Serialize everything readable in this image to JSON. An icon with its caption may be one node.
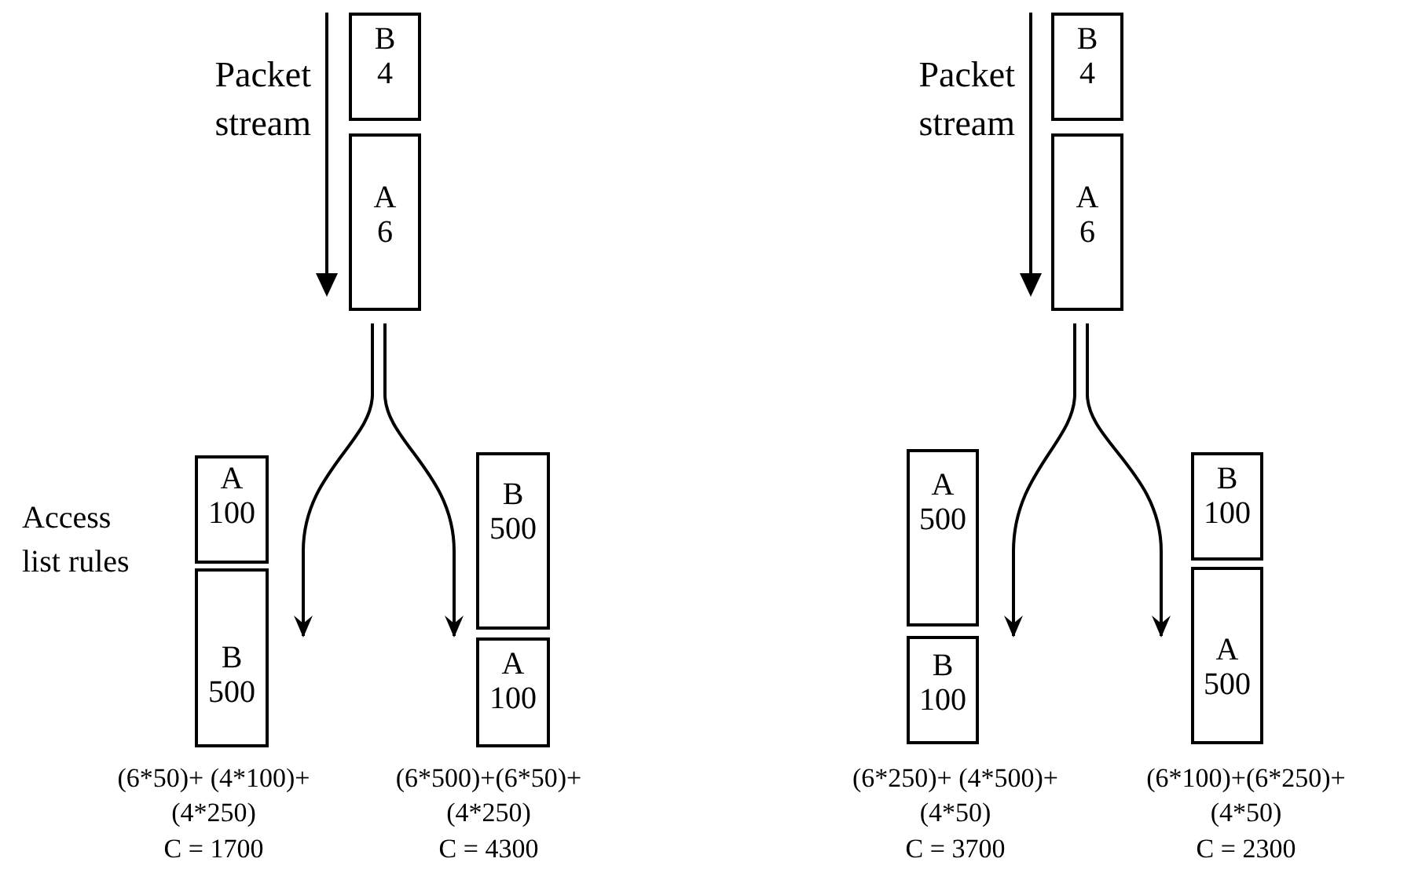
{
  "diagram": {
    "nodes": [
      {
        "text": [
          "B",
          "4"
        ]
      },
      {
        "text": [
          "A",
          "6"
        ]
      },
      {
        "text": [
          "A",
          "100"
        ]
      },
      {
        "text": [
          "B",
          "500"
        ]
      },
      {
        "text": [
          "B",
          "500"
        ]
      },
      {
        "text": [
          "A",
          "100"
        ]
      },
      {
        "text": [
          "B",
          "4"
        ]
      },
      {
        "text": [
          "A",
          "6"
        ]
      },
      {
        "text": [
          "A",
          "500"
        ]
      },
      {
        "text": [
          "B",
          "100"
        ]
      },
      {
        "text": [
          "B",
          "100"
        ]
      },
      {
        "text": [
          "A",
          "500"
        ]
      }
    ],
    "edges": [
      {
        "from": 1,
        "to": 3,
        "arrow": "to"
      },
      {
        "from": 1,
        "to": 5,
        "arrow": "to"
      },
      {
        "from": 7,
        "to": 9,
        "arrow": "to"
      },
      {
        "from": 7,
        "to": 11,
        "arrow": "to"
      }
    ],
    "labels": [
      "Packet stream",
      "Packet stream",
      "Access list rules",
      "(6*50)+ (4*100)+(4*250)",
      "C = 1700",
      "(6*500)+(6*50)+ (4*250)",
      "C = 4300",
      "(6*250)+ (4*500)+(4*50)",
      "C = 3700",
      "(6*100)+(6*250)+ (4*50)",
      "C = 2300"
    ]
  }
}
